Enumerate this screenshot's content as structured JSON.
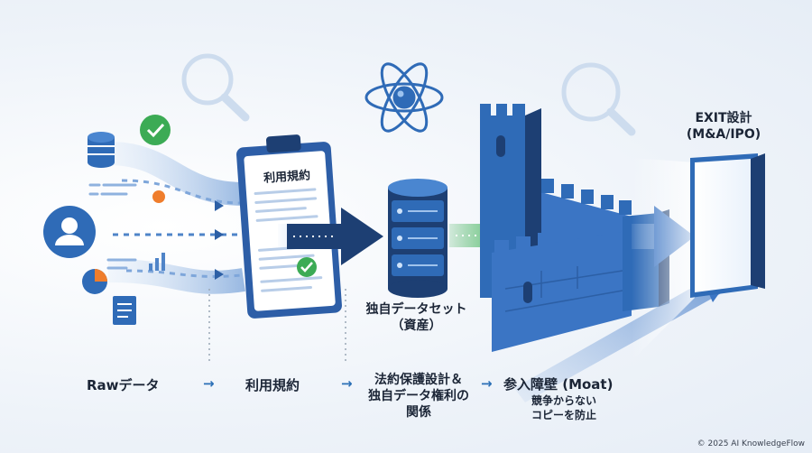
{
  "labels": {
    "clipboard_title": "利用規約",
    "dataset": "独自データセット\n（資産）",
    "exit": "EXIT設計\n(M&A/IPO)",
    "step1": "Rawデータ",
    "step2": "利用規約",
    "step3": "法約保護設計＆\n独自データ権利の\n関係",
    "step4_title": "参入障壁 (Moat)",
    "step4_sub": "競争からない\nコピーを防止",
    "arrow": "→"
  },
  "copyright": "© 2025 AI KnowledgeFlow",
  "colors": {
    "navy": "#1d3f73",
    "blue": "#3b75c4",
    "light_blue": "#a9c6ea",
    "green": "#3cab55",
    "orange": "#ef7d2c"
  }
}
